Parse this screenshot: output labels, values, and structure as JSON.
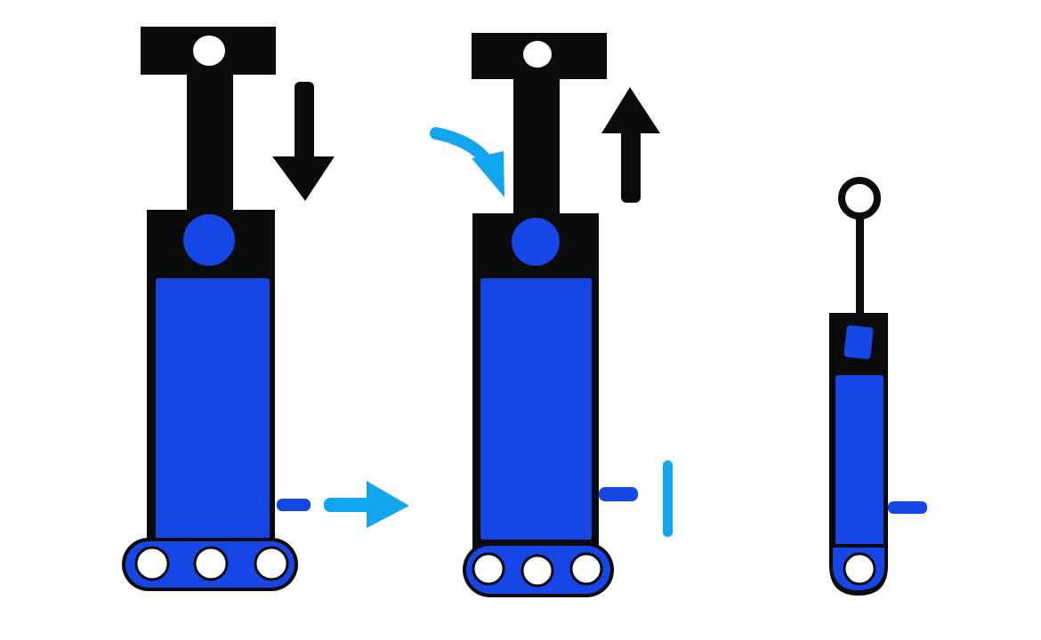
{
  "diagram": {
    "description_free": true,
    "colors": {
      "background": "#ffffff",
      "body": "#0b0b0b",
      "fluid": "#1746e6",
      "accent": "#12a6ee",
      "hole": "#ffffff"
    },
    "panels": [
      {
        "id": "pump-press-down",
        "motion": "down",
        "icons": [
          "down-arrow-icon",
          "flow-right-arrow-icon"
        ]
      },
      {
        "id": "pump-release-up",
        "motion": "up",
        "icons": [
          "up-arrow-icon",
          "curved-arrow-icon",
          "stop-bar-icon"
        ]
      },
      {
        "id": "pump-small",
        "motion": "none",
        "icons": [
          "ring-handle-icon"
        ]
      }
    ]
  }
}
